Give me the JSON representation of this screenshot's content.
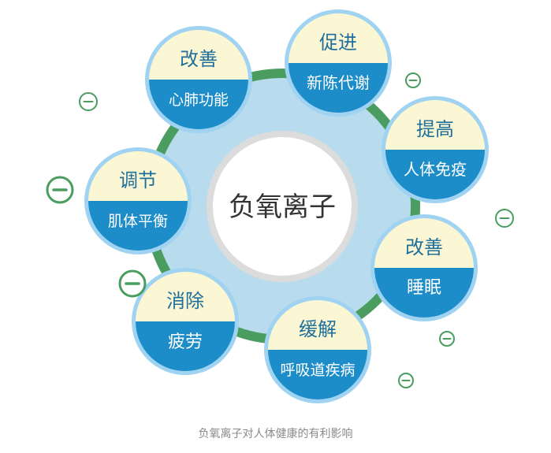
{
  "colors": {
    "ring_outer": "#4a9d5f",
    "ring_inner": "#b8dcee",
    "center_border": "#dcdcdc",
    "center_fill": "#ffffff",
    "center_text": "#333333",
    "node_border": "#9fd3f1",
    "node_top": "#fbf6d3",
    "node_bottom": "#1d8dc9",
    "node_top_text": "#1f6f9c",
    "node_bottom_text": "#ffffff",
    "ion_stroke": "#4a9d5f"
  },
  "icons": {
    "ion": "minus-circle-icon"
  },
  "center": {
    "title": "负氧离子"
  },
  "nodes": [
    {
      "id": "promote-metabolism",
      "top": "促进",
      "bottom": "新陈代谢"
    },
    {
      "id": "improve-immunity",
      "top": "提高",
      "bottom": "人体免疫"
    },
    {
      "id": "improve-sleep",
      "top": "改善",
      "bottom": "睡眠"
    },
    {
      "id": "relieve-respiratory",
      "top": "缓解",
      "bottom": "呼吸道疾病"
    },
    {
      "id": "eliminate-fatigue",
      "top": "消除",
      "bottom": "疲劳"
    },
    {
      "id": "regulate-balance",
      "top": "调节",
      "bottom": "肌体平衡"
    },
    {
      "id": "improve-cardiopulmonary",
      "top": "改善",
      "bottom": "心肺功能"
    }
  ],
  "caption": "负氧离子对人体健康的有利影响"
}
